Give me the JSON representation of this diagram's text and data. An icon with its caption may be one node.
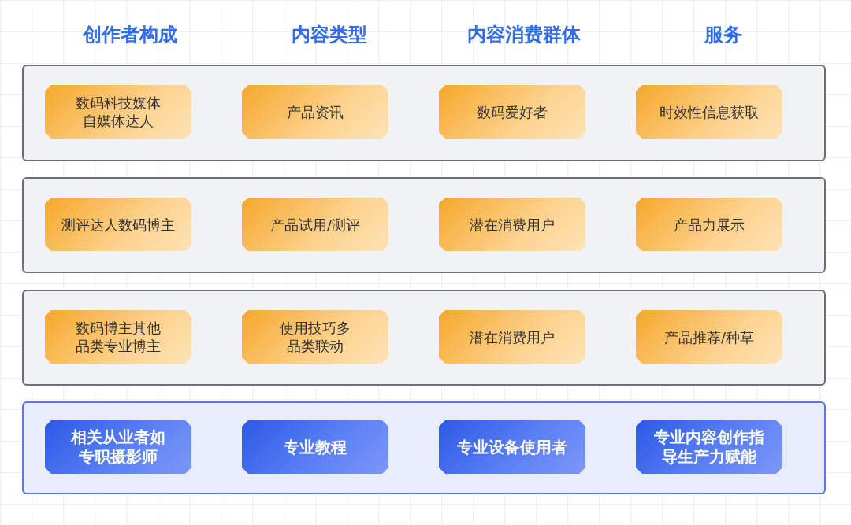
{
  "diagram": {
    "nodes": [
      {
        "text": [],
        "shape": "band"
      },
      {
        "text": [
          "数码科技媒体自媒体达人"
        ],
        "in": 0
      },
      {
        "text": [
          "产品资讯"
        ],
        "in": 0
      },
      {
        "text": [
          "数码爱好者"
        ],
        "in": 0
      },
      {
        "text": [
          "时效性信息获取"
        ],
        "in": 0
      },
      {
        "text": [],
        "shape": "band"
      },
      {
        "text": [
          "测评达人数码博主"
        ],
        "in": 5
      },
      {
        "text": [
          "产品试用/测评"
        ],
        "in": 5
      },
      {
        "text": [
          "潜在消费用户"
        ],
        "in": 5
      },
      {
        "text": [
          "产品力展示"
        ],
        "in": 5
      },
      {
        "text": [],
        "shape": "band"
      },
      {
        "text": [
          "数码博主其他品类专业博主"
        ],
        "in": 10
      },
      {
        "text": [
          "使用技巧多品类联动"
        ],
        "in": 10
      },
      {
        "text": [
          "潜在消费用户"
        ],
        "in": 10
      },
      {
        "text": [
          "产品推荐/种草"
        ],
        "in": 10
      },
      {
        "text": [],
        "shape": "band"
      },
      {
        "text": [
          "相关从业者如专职摄影师"
        ],
        "in": 15
      },
      {
        "text": [
          "专业教程"
        ],
        "in": 15
      },
      {
        "text": [
          "专业设备使用者"
        ],
        "in": 15
      },
      {
        "text": [
          "专业内容创作指导生产力赋能"
        ],
        "in": 15
      }
    ],
    "labels": [
      "创作者构成",
      "内容类型",
      "内容消费群体",
      "服务"
    ]
  }
}
